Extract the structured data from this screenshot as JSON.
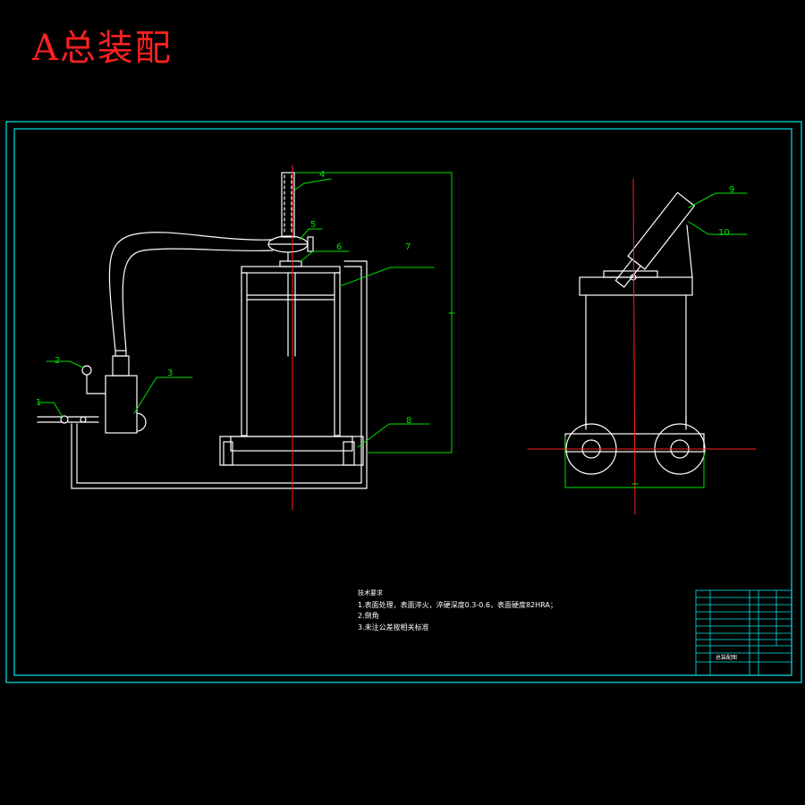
{
  "title": "A总装配",
  "colors": {
    "background": "#000000",
    "title": "#ff2020",
    "frame": "#00e5e5",
    "drawing": "#ffffff",
    "leader": "#00e000",
    "center_line": "#ff2020"
  },
  "callouts": [
    "1",
    "2",
    "3",
    "4",
    "5",
    "6",
    "7",
    "8",
    "9",
    "10"
  ],
  "tech_notes": {
    "heading": "技术要求",
    "lines": [
      "1.表面处理，表面淬火，淬硬深度0.3-0.6，表面硬度82HRA；",
      "2.倒角",
      "3.未注公差按相关标准"
    ]
  },
  "title_block": {
    "drawing_name": "总装配图"
  }
}
